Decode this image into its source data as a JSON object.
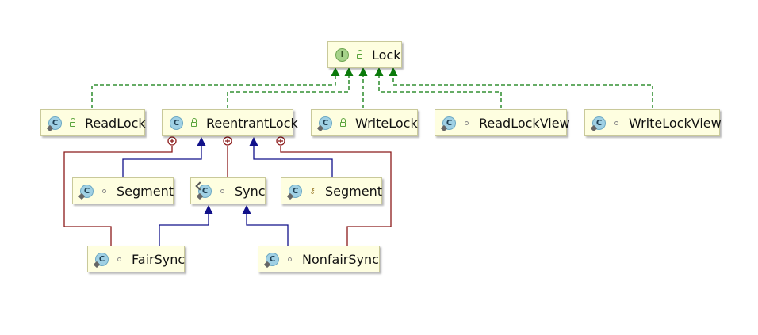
{
  "diagram": {
    "nodes": {
      "lock": {
        "label": "Lock",
        "kind": "interface",
        "kind_letter": "I",
        "visibility": "public"
      },
      "readlock": {
        "label": "ReadLock",
        "kind": "class",
        "kind_letter": "C",
        "visibility": "public"
      },
      "reentrantlock": {
        "label": "ReentrantLock",
        "kind": "class",
        "kind_letter": "C",
        "visibility": "public"
      },
      "writelock": {
        "label": "WriteLock",
        "kind": "class",
        "kind_letter": "C",
        "visibility": "public"
      },
      "readlockview": {
        "label": "ReadLockView",
        "kind": "class",
        "kind_letter": "C",
        "visibility": "package-private"
      },
      "writelockview": {
        "label": "WriteLockView",
        "kind": "class",
        "kind_letter": "C",
        "visibility": "package-private"
      },
      "segment1": {
        "label": "Segment",
        "kind": "class",
        "kind_letter": "C",
        "visibility": "package-private"
      },
      "sync": {
        "label": "Sync",
        "kind": "abstract class",
        "kind_letter": "C",
        "visibility": "package-private"
      },
      "segment2": {
        "label": "Segment",
        "kind": "class",
        "kind_letter": "C",
        "visibility": "private"
      },
      "fairsync": {
        "label": "FairSync",
        "kind": "class",
        "kind_letter": "C",
        "visibility": "package-private"
      },
      "nonfairsync": {
        "label": "NonfairSync",
        "kind": "class",
        "kind_letter": "C",
        "visibility": "package-private"
      }
    },
    "edges": [
      {
        "from": "readlock",
        "to": "lock",
        "type": "implements"
      },
      {
        "from": "reentrantlock",
        "to": "lock",
        "type": "implements"
      },
      {
        "from": "writelock",
        "to": "lock",
        "type": "implements"
      },
      {
        "from": "readlockview",
        "to": "lock",
        "type": "implements"
      },
      {
        "from": "writelockview",
        "to": "lock",
        "type": "implements"
      },
      {
        "from": "segment1",
        "to": "reentrantlock",
        "type": "extends"
      },
      {
        "from": "segment2",
        "to": "reentrantlock",
        "type": "extends"
      },
      {
        "from": "fairsync",
        "to": "sync",
        "type": "extends"
      },
      {
        "from": "nonfairsync",
        "to": "sync",
        "type": "extends"
      },
      {
        "from": "fairsync",
        "to": "reentrantlock",
        "type": "inner-class"
      },
      {
        "from": "sync",
        "to": "reentrantlock",
        "type": "inner-class"
      },
      {
        "from": "nonfairsync",
        "to": "reentrantlock",
        "type": "inner-class"
      }
    ],
    "colors": {
      "implements": "#0a7a0a",
      "extends": "#11118a",
      "inner_class": "#8b1a1a",
      "node_fill": "#fefee0",
      "class_icon": "#9fd0e4",
      "interface_icon": "#a6d28a"
    }
  }
}
